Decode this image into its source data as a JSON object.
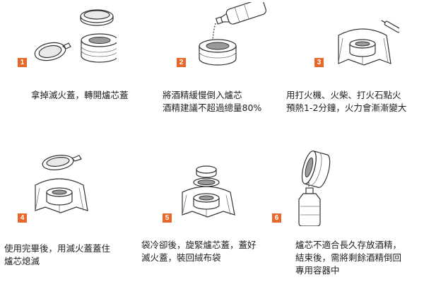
{
  "accent_color": "#e8672b",
  "steps": [
    {
      "number": "1",
      "caption_lines": [
        "拿掉滅火蓋，轉開爐芯蓋"
      ]
    },
    {
      "number": "2",
      "caption_lines": [
        "將酒精緩慢倒入爐芯",
        "酒精建議不超過總量80%"
      ]
    },
    {
      "number": "3",
      "caption_lines": [
        "用打火機、火柴、打火石點火",
        "預熱1-2分鐘，火力會漸漸變大"
      ]
    },
    {
      "number": "4",
      "caption_lines": [
        "使用完畢後，用滅火蓋蓋住",
        "爐芯熄滅"
      ]
    },
    {
      "number": "5",
      "caption_lines": [
        "袋冷卻後，旋緊爐芯蓋，蓋好",
        "滅火蓋，裝回絨布袋"
      ]
    },
    {
      "number": "6",
      "caption_lines": [
        "爐芯不適合長久存放酒精，",
        "結束後，需將剩餘酒精倒回",
        "專用容器中"
      ]
    }
  ]
}
